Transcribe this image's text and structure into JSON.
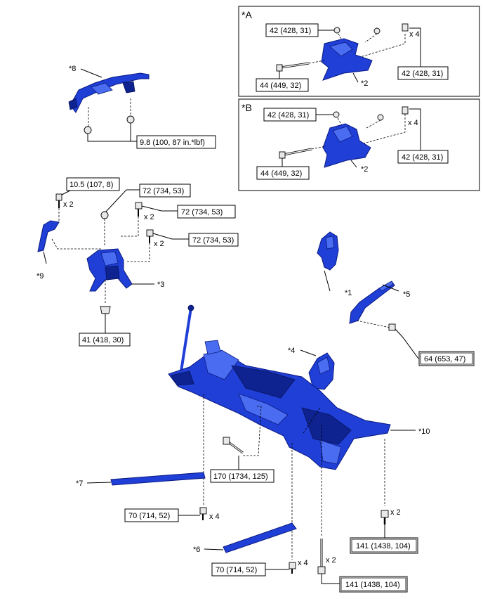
{
  "views": {
    "A": {
      "tag": "*A",
      "nut_torque": "42 (428, 31)",
      "bolt_torque_right": "42 (428, 31)",
      "long_bolt_torque": "44 (449, 32)",
      "qty": "x 4",
      "part_ref": "*2"
    },
    "B": {
      "tag": "*B",
      "nut_torque": "42 (428, 31)",
      "bolt_torque_right": "42 (428, 31)",
      "long_bolt_torque": "44 (449, 32)",
      "qty": "x 4",
      "part_ref": "*2"
    }
  },
  "part8": {
    "ref": "*8",
    "torque": "9.8 (100, 87 in.*lbf)"
  },
  "part9": {
    "ref": "*9",
    "torque": "10.5 (107, 8)",
    "qty": "x 2"
  },
  "part3": {
    "ref": "*3",
    "nut_torque": "72 (734, 53)",
    "bolt1_torque": "72 (734, 53)",
    "bolt1_qty": "x 2",
    "bolt2_torque": "72 (734, 53)",
    "bolt2_qty": "x 2",
    "bottom_nut_torque": "41 (418, 30)"
  },
  "part1": {
    "ref": "*1"
  },
  "part5": {
    "ref": "*5",
    "torque": "64 (653, 47)"
  },
  "part4": {
    "ref": "*4"
  },
  "part10": {
    "ref": "*10"
  },
  "center_bolt": {
    "torque": "170 (1734, 125)"
  },
  "part7": {
    "ref": "*7",
    "torque": "70 (714, 52)",
    "qty": "x 4"
  },
  "part6": {
    "ref": "*6",
    "torque": "70 (714, 52)",
    "qty": "x 4"
  },
  "rear_bolt_right": {
    "torque": "141 (1438, 104)",
    "qty": "x 2"
  },
  "rear_bolt_bottom": {
    "torque": "141 (1438, 104)",
    "qty": "x 2"
  },
  "colors": {
    "part": "#1f3fd6",
    "part_dark": "#0e2390",
    "part_light": "#4a6cf0"
  }
}
